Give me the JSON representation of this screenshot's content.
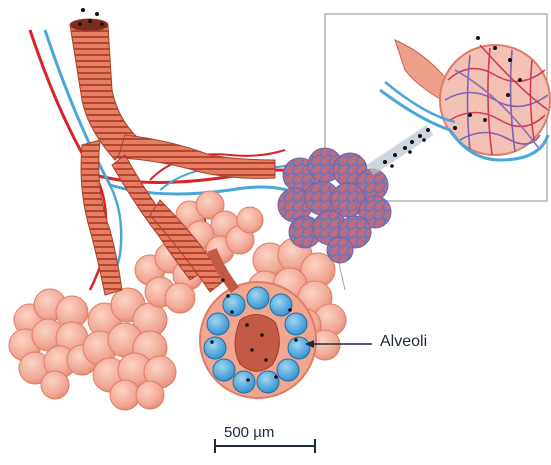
{
  "labels": {
    "alveoli": "Alveoli",
    "scale_bar": "500 µm"
  },
  "icons": {
    "inset": "capillary-network-magnified",
    "main": "bronchiole-alveolar-sacs"
  },
  "colors": {
    "airway": "#e8826a",
    "airway_dark": "#b9472f",
    "alveolus_fill": "#f4b3a2",
    "alveolus_edge": "#e07c66",
    "artery_red": "#d8232a",
    "vein_blue": "#4aa7d8",
    "capillary_purple": "#8e6fb8",
    "section_blue": "#3f9ed6",
    "text": "#1e2a44"
  }
}
